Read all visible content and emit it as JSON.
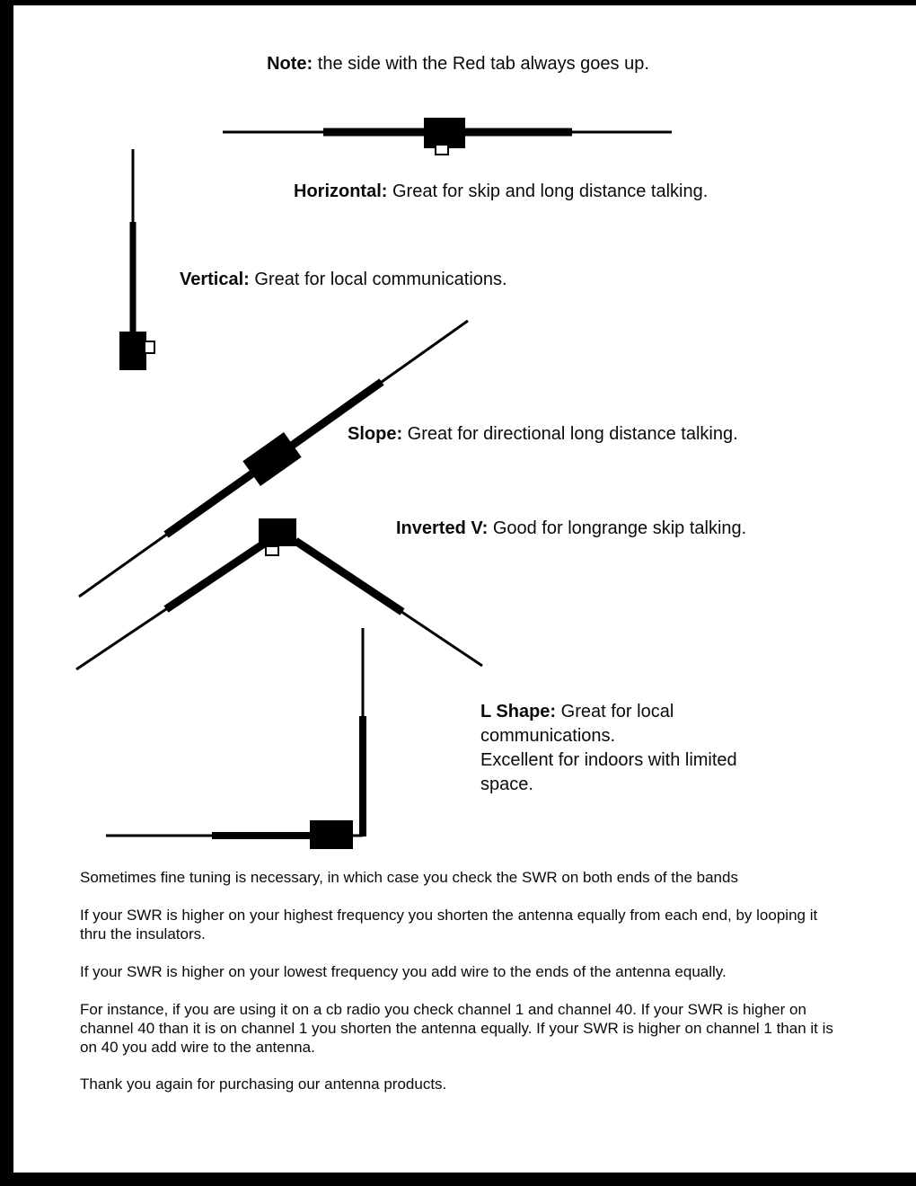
{
  "note": {
    "label": "Note:",
    "text": " the side with the Red tab always goes up."
  },
  "antennas": [
    {
      "name": "Horizontal",
      "label": "Horizontal:",
      "description": " Great for skip and long distance talking."
    },
    {
      "name": "Vertical",
      "label": "Vertical:",
      "description": " Great for local communications."
    },
    {
      "name": "Slope",
      "label": "Slope:",
      "description": " Great for directional long distance talking."
    },
    {
      "name": "Inverted V",
      "label": "Inverted V:",
      "description": " Good for longrange skip talking."
    },
    {
      "name": "L Shape",
      "label": "L Shape:",
      "description": " Great for local communications.",
      "description2": "Excellent for indoors with limited space."
    }
  ],
  "paragraphs": [
    "Sometimes fine tuning is necessary, in which case you check the SWR on both ends of the bands",
    "If your SWR is higher on your highest frequency you shorten the antenna equally from each end, by looping it thru the insulators.",
    "If your SWR is higher on your lowest frequency you add wire to the ends of the antenna equally.",
    "For instance, if you are using it on a cb radio you check channel 1 and channel 40. If your SWR is higher on channel 40 than it is on channel 1 you shorten the antenna equally. If your SWR is higher on channel 1 than it is on 40 you add wire to the antenna.",
    "Thank you again for purchasing our antenna products."
  ],
  "colors": {
    "ink": "#000000",
    "paper": "#ffffff"
  }
}
